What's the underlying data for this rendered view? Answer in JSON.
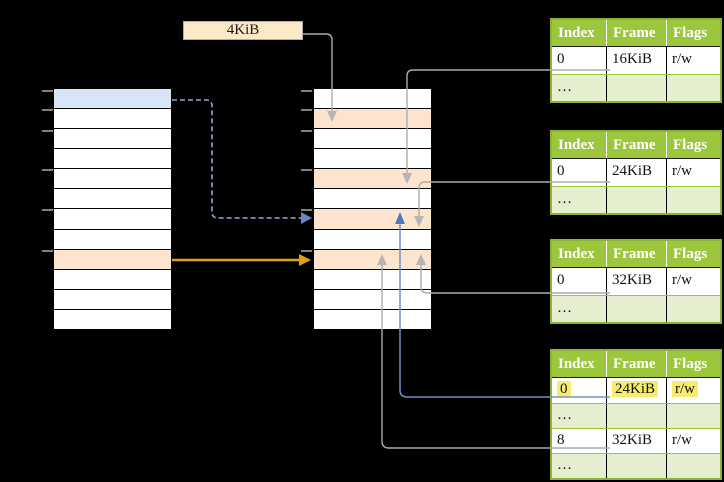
{
  "label_4kib": "4KiB",
  "tables": [
    {
      "headers": [
        "Index",
        "Frame",
        "Flags"
      ],
      "rows": [
        {
          "cells": [
            "0",
            "16KiB",
            "r/w"
          ]
        },
        {
          "cells": [
            "…",
            "",
            ""
          ]
        }
      ]
    },
    {
      "headers": [
        "Index",
        "Frame",
        "Flags"
      ],
      "rows": [
        {
          "cells": [
            "0",
            "24KiB",
            "r/w"
          ]
        },
        {
          "cells": [
            "…",
            "",
            ""
          ]
        }
      ]
    },
    {
      "headers": [
        "Index",
        "Frame",
        "Flags"
      ],
      "rows": [
        {
          "cells": [
            "0",
            "32KiB",
            "r/w"
          ]
        },
        {
          "cells": [
            "…",
            "",
            ""
          ]
        }
      ]
    },
    {
      "headers": [
        "Index",
        "Frame",
        "Flags"
      ],
      "rows": [
        {
          "cells": [
            "0",
            "24KiB",
            "r/w"
          ],
          "highlighted": true
        },
        {
          "cells": [
            "…",
            "",
            ""
          ]
        },
        {
          "cells": [
            "8",
            "32KiB",
            "r/w"
          ]
        },
        {
          "cells": [
            "…",
            "",
            ""
          ]
        }
      ]
    }
  ],
  "colors": {
    "background": "#000000",
    "table_header_green": "#9cc63c",
    "table_border_green": "#8cb432",
    "table_row_light_green": "#e5efcf",
    "memory_row_blue": "#d8e5f6",
    "memory_row_orange": "#fce4ce",
    "label_box_cream": "#fce9c8",
    "highlight_yellow": "#f7ec6e",
    "arrow_gray": "#acacac",
    "arrow_blue": "#7191c8",
    "arrow_dashed_blue": "#8fa6d4",
    "arrow_orange": "#dea407"
  }
}
